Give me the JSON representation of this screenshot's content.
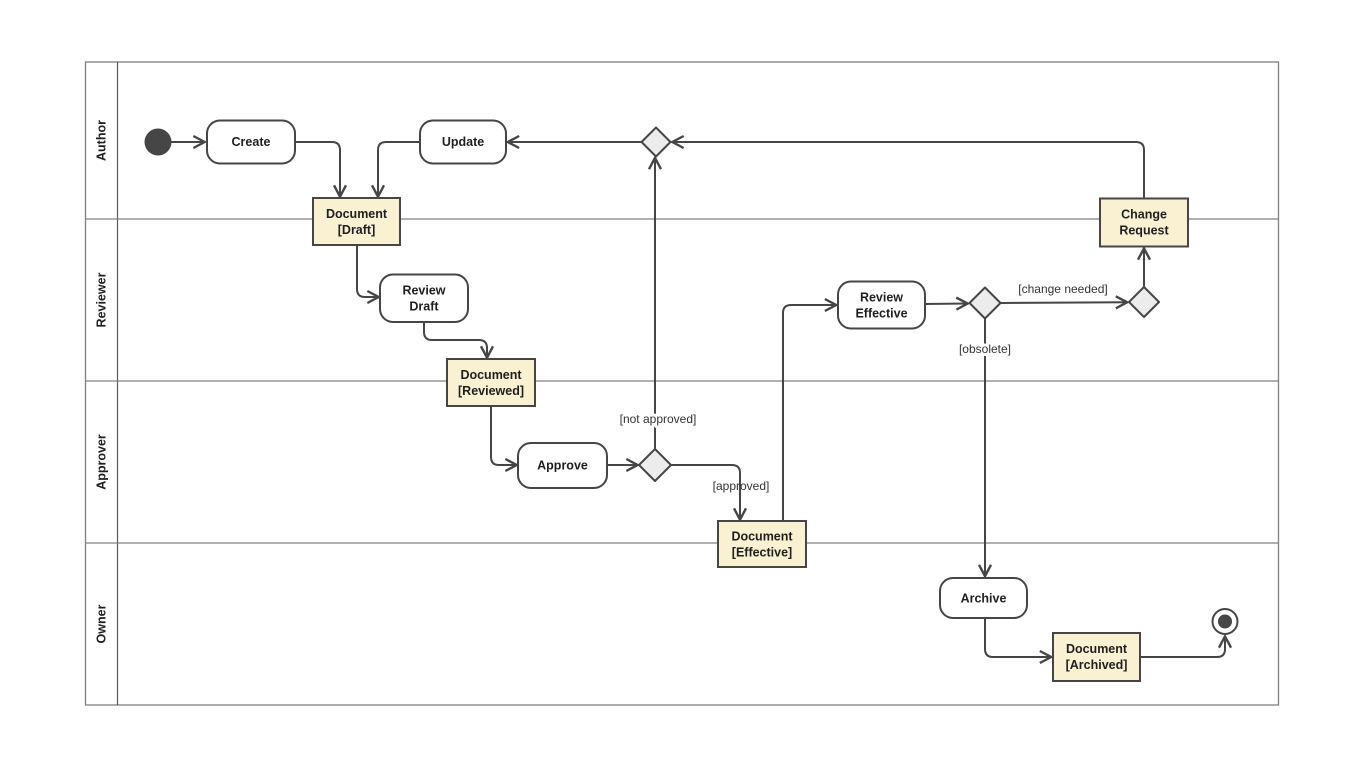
{
  "diagram_type": "uml-activity-swimlane",
  "lanes": [
    {
      "label": "Author"
    },
    {
      "label": "Reviewer"
    },
    {
      "label": "Approver"
    },
    {
      "label": "Owner"
    }
  ],
  "nodes": {
    "initial": {
      "type": "initial-node"
    },
    "create": {
      "type": "action",
      "label": "Create"
    },
    "update": {
      "type": "action",
      "label": "Update"
    },
    "doc_draft": {
      "type": "object",
      "lines": [
        "Document",
        "[Draft]"
      ]
    },
    "review_draft": {
      "type": "action",
      "lines": [
        "Review",
        "Draft"
      ]
    },
    "doc_reviewed": {
      "type": "object",
      "lines": [
        "Document",
        "[Reviewed]"
      ]
    },
    "approve": {
      "type": "action",
      "label": "Approve"
    },
    "doc_effective": {
      "type": "object",
      "lines": [
        "Document",
        "[Effective]"
      ]
    },
    "review_effective": {
      "type": "action",
      "lines": [
        "Review",
        "Effective"
      ]
    },
    "change_request": {
      "type": "object",
      "lines": [
        "Change",
        "Request"
      ]
    },
    "archive": {
      "type": "action",
      "label": "Archive"
    },
    "doc_archived": {
      "type": "object",
      "lines": [
        "Document",
        "[Archived]"
      ]
    },
    "final": {
      "type": "final-node"
    }
  },
  "guards": {
    "not_approved": "[not approved]",
    "approved": "[approved]",
    "change_needed": "[change needed]",
    "obsolete": "[obsolete]"
  },
  "colors": {
    "background": "#ffffff",
    "line": "#464646",
    "action_fill": "#ffffff",
    "object_fill": "#faf0d2",
    "decision_fill": "#ececec",
    "lane_border": "#808080",
    "text": "#1f1f1f",
    "guard_text": "#333333"
  }
}
